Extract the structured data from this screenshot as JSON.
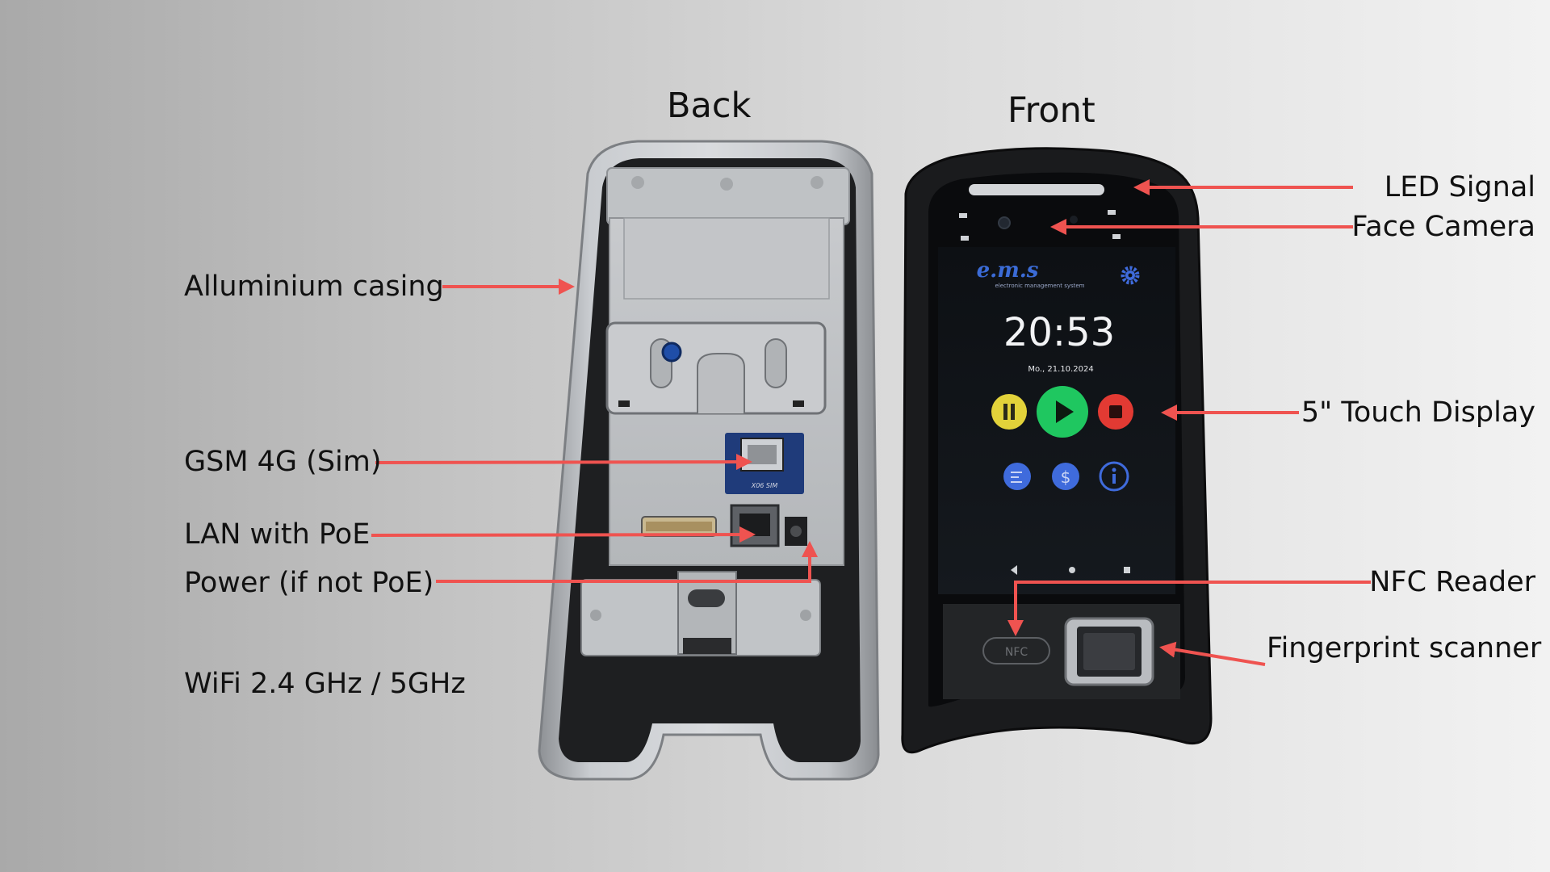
{
  "headings": {
    "back": "Back",
    "front": "Front"
  },
  "labels": {
    "aluminium": "Alluminium casing",
    "gsm": "GSM 4G (Sim)",
    "lan": "LAN with PoE",
    "power": "Power (if not PoE)",
    "wifi": "WiFi 2.4 GHz / 5GHz",
    "led": "LED Signal",
    "face": "Face Camera",
    "touch": "5\" Touch Display",
    "nfc_reader": "NFC Reader",
    "fingerprint": "Fingerprint scanner"
  },
  "device": {
    "logo": "e.m.s",
    "logo_sub": "electronic management system",
    "time": "20:53",
    "date": "Mo., 21.10.2024",
    "sim_label": "X06 SIM",
    "nfc_mark": "NFC"
  },
  "colors": {
    "arrow": "#ef5350",
    "pause": "#e2d23a",
    "play": "#1fc760",
    "stop": "#e23a33",
    "blue": "#3f6bdc"
  },
  "icons": {
    "pause": "pause-icon",
    "play": "play-icon",
    "stop": "stop-icon",
    "menu": "list-icon",
    "dollar": "dollar-icon",
    "info": "info-icon",
    "settings": "gear-icon"
  }
}
